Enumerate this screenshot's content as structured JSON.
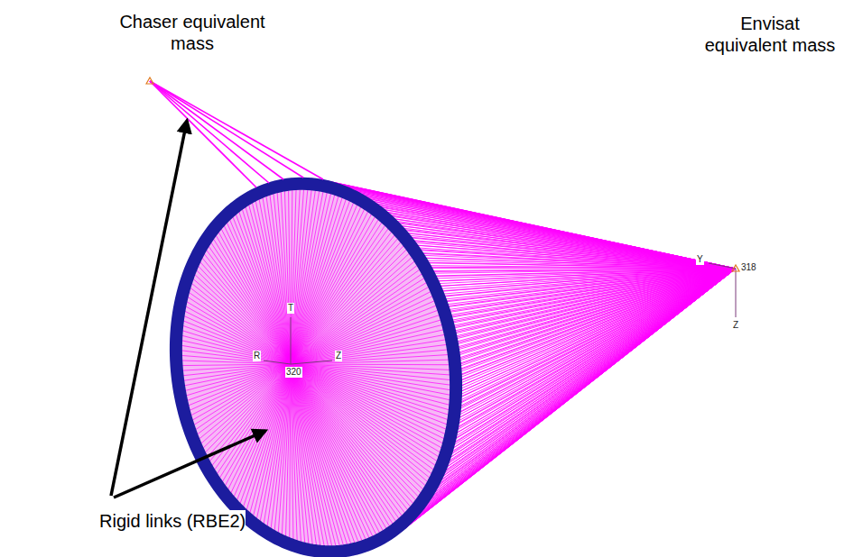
{
  "diagram": {
    "labels": [
      "Chaser equivalent mass",
      "Envisat equivalent mass",
      "Rigid links (RBE2)",
      "T",
      "R",
      "Z",
      "320",
      "Y",
      "318",
      "Z"
    ]
  }
}
